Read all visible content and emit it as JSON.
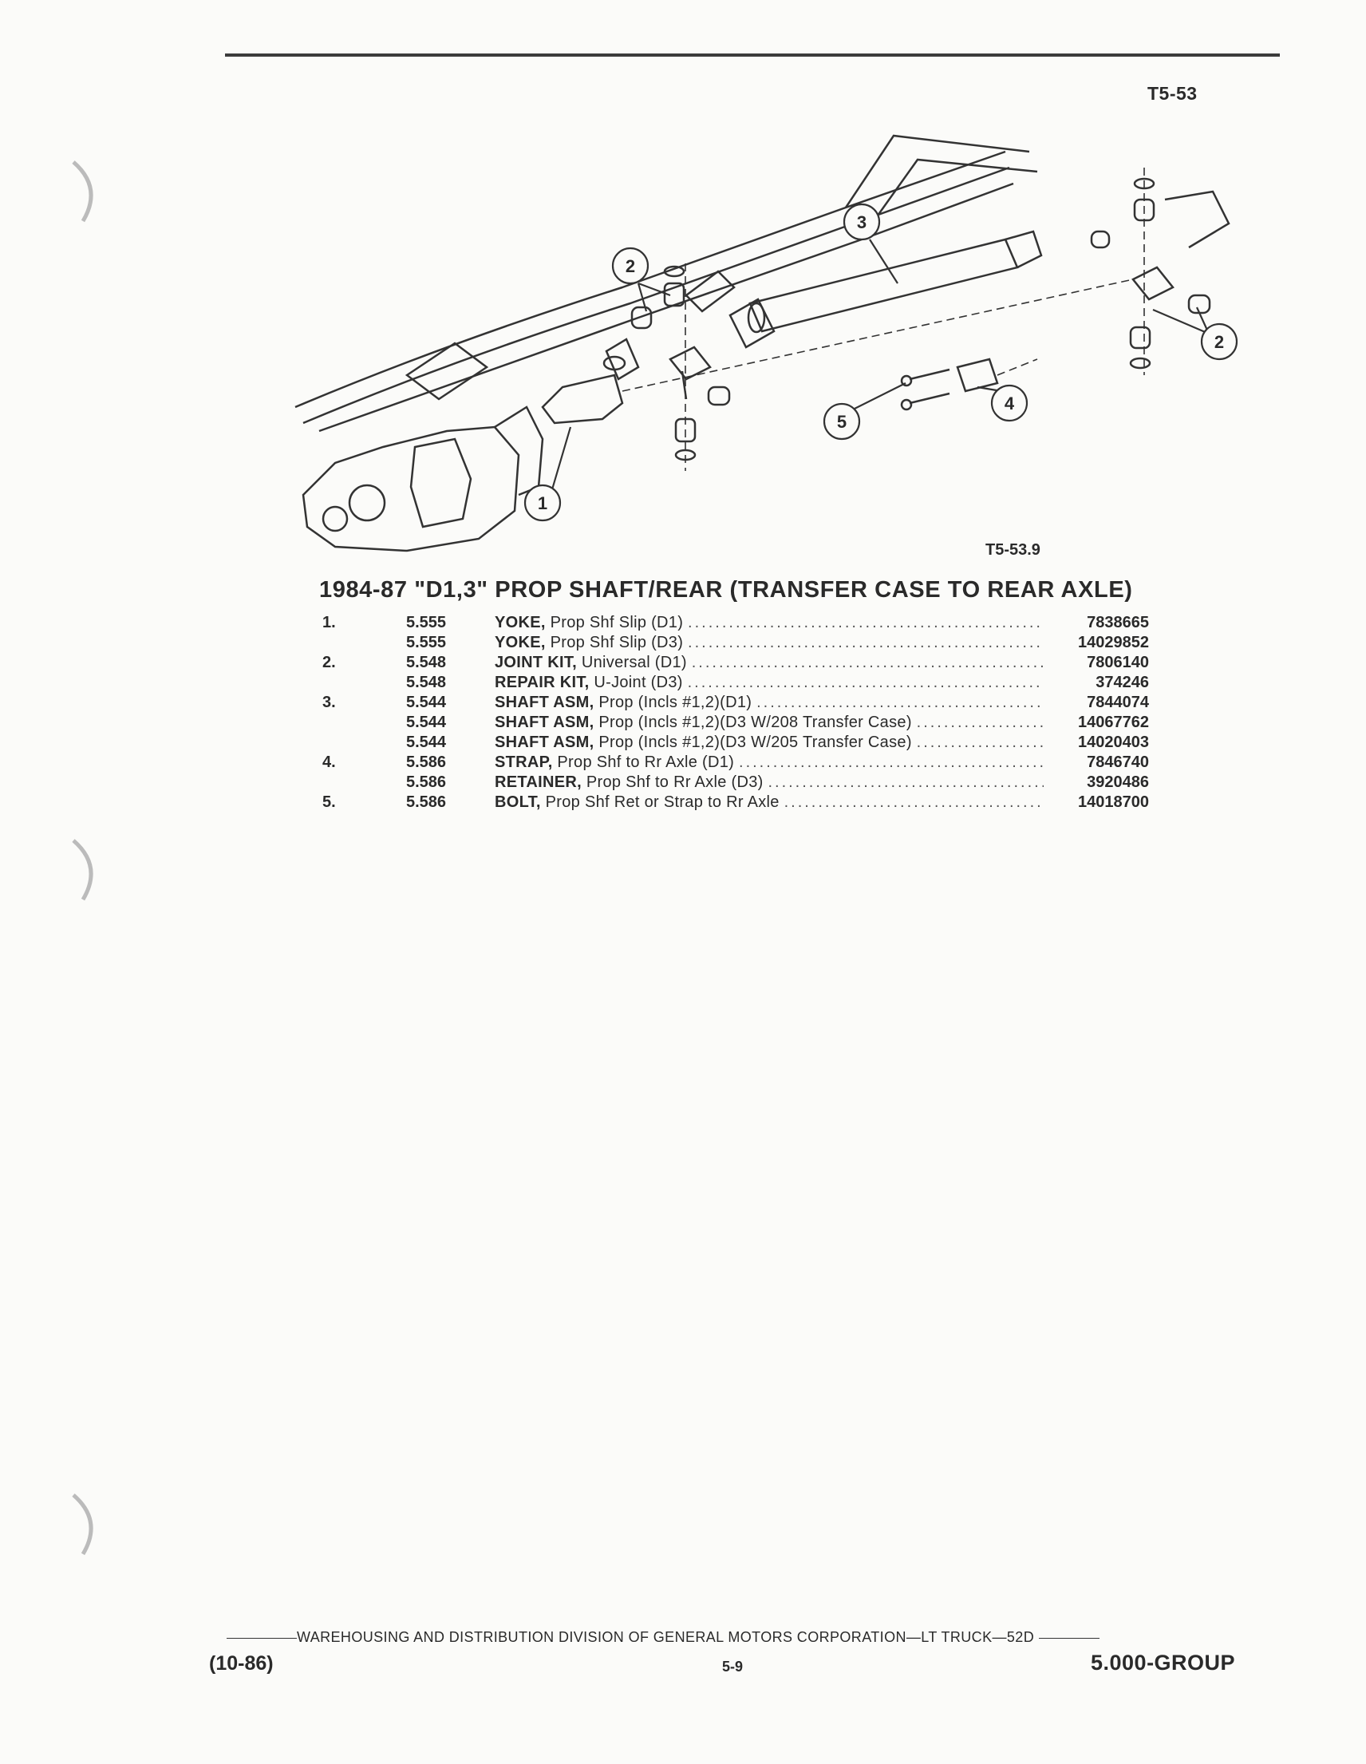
{
  "header": {
    "figure_id": "T5-53"
  },
  "illustration": {
    "code": "T5-53.9",
    "callouts": [
      "1",
      "2",
      "3",
      "4",
      "5"
    ]
  },
  "section": {
    "title": "1984-87 \"D1,3\" PROP SHAFT/REAR (TRANSFER CASE TO REAR AXLE)"
  },
  "parts": [
    {
      "num": "1.",
      "group": "5.555",
      "name": "YOKE,",
      "desc": "Prop Shf Slip (D1)",
      "part_no": "7838665"
    },
    {
      "num": "",
      "group": "5.555",
      "name": "YOKE,",
      "desc": "Prop Shf Slip (D3)",
      "part_no": "14029852"
    },
    {
      "num": "2.",
      "group": "5.548",
      "name": "JOINT KIT,",
      "desc": "Universal (D1)",
      "part_no": "7806140"
    },
    {
      "num": "",
      "group": "5.548",
      "name": "REPAIR KIT,",
      "desc": "U-Joint (D3)",
      "part_no": "374246"
    },
    {
      "num": "3.",
      "group": "5.544",
      "name": "SHAFT ASM,",
      "desc": "Prop (Incls #1,2)(D1)",
      "part_no": "7844074"
    },
    {
      "num": "",
      "group": "5.544",
      "name": "SHAFT ASM,",
      "desc": "Prop (Incls #1,2)(D3 W/208 Transfer Case)",
      "part_no": "14067762"
    },
    {
      "num": "",
      "group": "5.544",
      "name": "SHAFT ASM,",
      "desc": "Prop (Incls #1,2)(D3 W/205 Transfer Case)",
      "part_no": "14020403"
    },
    {
      "num": "4.",
      "group": "5.586",
      "name": "STRAP,",
      "desc": "Prop Shf to Rr Axle (D1)",
      "part_no": "7846740"
    },
    {
      "num": "",
      "group": "5.586",
      "name": "RETAINER,",
      "desc": "Prop Shf to Rr Axle (D3)",
      "part_no": "3920486"
    },
    {
      "num": "5.",
      "group": "5.586",
      "name": "BOLT,",
      "desc": "Prop Shf Ret or Strap to Rr Axle",
      "part_no": "14018700"
    }
  ],
  "footer": {
    "division": "WAREHOUSING AND DISTRIBUTION DIVISION OF GENERAL MOTORS CORPORATION—LT TRUCK—52D",
    "date": "(10-86)",
    "page": "5-9",
    "group": "5.000-GROUP"
  }
}
